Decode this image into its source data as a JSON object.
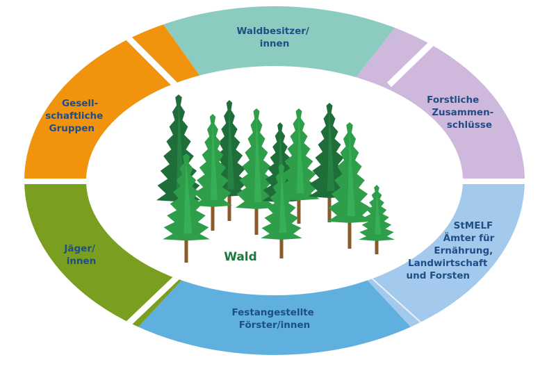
{
  "title": "Akteure rund um den Wald",
  "center": {
    "label": "Wald",
    "icon": "forest-trees"
  },
  "colors": {
    "text": "#1f4d86",
    "center_text": "#1a7a3c",
    "tree_dark": "#1f6e3a",
    "tree_light": "#2e9e4a",
    "trunk": "#8a5a2b"
  },
  "segments": [
    {
      "id": "waldbesitzer",
      "lines": [
        "Waldbesitzer/",
        "innen"
      ],
      "color": "#8ccbbf"
    },
    {
      "id": "forstliche-zusammenschluesse",
      "lines": [
        "Forstliche",
        "Zusammen-",
        "schlüsse"
      ],
      "color": "#ceb8dc"
    },
    {
      "id": "stmelf",
      "lines": [
        "StMELF",
        "Ämter für",
        "Ernährung,",
        "Landwirtschaft",
        "und Forsten"
      ],
      "color": "#a3c9ec"
    },
    {
      "id": "festangestellte-foerster",
      "lines": [
        "Festangestellte",
        "Förster/innen"
      ],
      "color": "#5fb0df"
    },
    {
      "id": "jaeger",
      "lines": [
        "Jäger/",
        "innen"
      ],
      "color": "#7a9e20"
    },
    {
      "id": "gesellschaftliche-gruppen",
      "lines": [
        "Gesell-",
        "schaftliche",
        "Gruppen"
      ],
      "color": "#f1930c"
    }
  ]
}
